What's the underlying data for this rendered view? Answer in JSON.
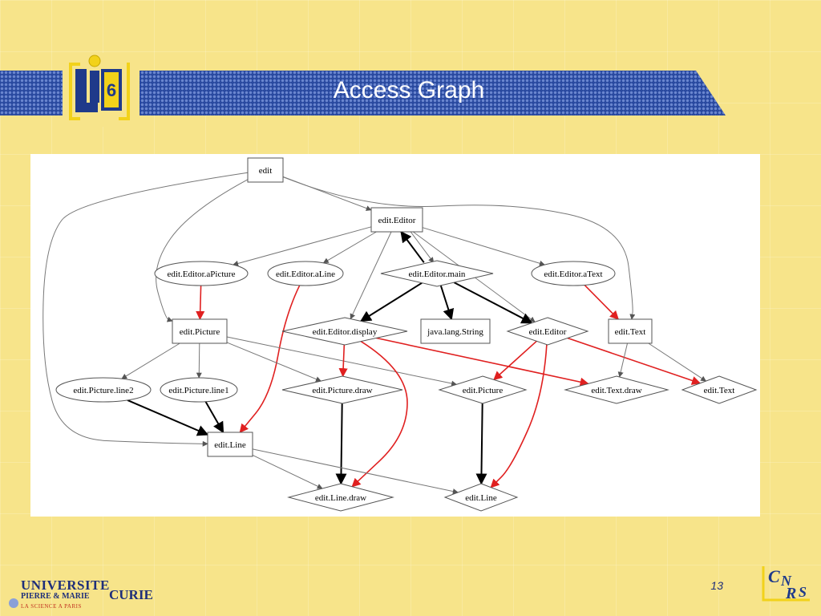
{
  "slide": {
    "title": "Access Graph",
    "page_number": "13"
  },
  "logos": {
    "lip6": "LIP6",
    "university_line1": "UNIVERSITE",
    "university_line2a": "PIERRE & MARIE",
    "university_line2b": "CURIE",
    "university_tag": "LA SCIENCE A PARIS",
    "cnrs": "CNRS"
  },
  "colors": {
    "banner": "#2a4aa0",
    "background": "#f7e48a",
    "edge_black": "#000000",
    "edge_gray": "#888888",
    "edge_red": "#e02020"
  },
  "diagram": {
    "nodes": [
      {
        "id": "n_edit",
        "label": "edit",
        "shape": "box"
      },
      {
        "id": "n_editor",
        "label": "edit.Editor",
        "shape": "box"
      },
      {
        "id": "n_apicture",
        "label": "edit.Editor.aPicture",
        "shape": "ellipse"
      },
      {
        "id": "n_aline",
        "label": "edit.Editor.aLine",
        "shape": "ellipse"
      },
      {
        "id": "n_main",
        "label": "edit.Editor.main",
        "shape": "diamond"
      },
      {
        "id": "n_atext",
        "label": "edit.Editor.aText",
        "shape": "ellipse"
      },
      {
        "id": "n_picture",
        "label": "edit.Picture",
        "shape": "box"
      },
      {
        "id": "n_display",
        "label": "edit.Editor.display",
        "shape": "diamond"
      },
      {
        "id": "n_string",
        "label": "java.lang.String",
        "shape": "box"
      },
      {
        "id": "n_editor2",
        "label": "edit.Editor",
        "shape": "diamond"
      },
      {
        "id": "n_text",
        "label": "edit.Text",
        "shape": "box"
      },
      {
        "id": "n_line2",
        "label": "edit.Picture.line2",
        "shape": "ellipse"
      },
      {
        "id": "n_line1",
        "label": "edit.Picture.line1",
        "shape": "ellipse"
      },
      {
        "id": "n_pdraw",
        "label": "edit.Picture.draw",
        "shape": "diamond"
      },
      {
        "id": "n_picture2",
        "label": "edit.Picture",
        "shape": "diamond"
      },
      {
        "id": "n_tdraw",
        "label": "edit.Text.draw",
        "shape": "diamond"
      },
      {
        "id": "n_text2",
        "label": "edit.Text",
        "shape": "diamond"
      },
      {
        "id": "n_line",
        "label": "edit.Line",
        "shape": "box"
      },
      {
        "id": "n_ldraw",
        "label": "edit.Line.draw",
        "shape": "diamond"
      },
      {
        "id": "n_line3",
        "label": "edit.Line",
        "shape": "diamond"
      }
    ],
    "edges": [
      {
        "from": "n_edit",
        "to": "n_editor",
        "style": "gray"
      },
      {
        "from": "n_edit",
        "to": "n_picture",
        "style": "gray"
      },
      {
        "from": "n_edit",
        "to": "n_line",
        "style": "gray"
      },
      {
        "from": "n_edit",
        "to": "n_text",
        "style": "gray"
      },
      {
        "from": "n_editor",
        "to": "n_apicture",
        "style": "gray"
      },
      {
        "from": "n_editor",
        "to": "n_aline",
        "style": "gray"
      },
      {
        "from": "n_editor",
        "to": "n_main",
        "style": "gray"
      },
      {
        "from": "n_main",
        "to": "n_editor",
        "style": "black"
      },
      {
        "from": "n_editor",
        "to": "n_atext",
        "style": "gray"
      },
      {
        "from": "n_editor",
        "to": "n_display",
        "style": "gray"
      },
      {
        "from": "n_editor",
        "to": "n_editor2",
        "style": "gray"
      },
      {
        "from": "n_apicture",
        "to": "n_picture",
        "style": "red"
      },
      {
        "from": "n_aline",
        "to": "n_line",
        "style": "red"
      },
      {
        "from": "n_main",
        "to": "n_display",
        "style": "black"
      },
      {
        "from": "n_main",
        "to": "n_string",
        "style": "black"
      },
      {
        "from": "n_main",
        "to": "n_editor2",
        "style": "black"
      },
      {
        "from": "n_atext",
        "to": "n_text",
        "style": "red"
      },
      {
        "from": "n_picture",
        "to": "n_line2",
        "style": "gray"
      },
      {
        "from": "n_picture",
        "to": "n_line1",
        "style": "gray"
      },
      {
        "from": "n_picture",
        "to": "n_pdraw",
        "style": "gray"
      },
      {
        "from": "n_picture",
        "to": "n_picture2",
        "style": "gray"
      },
      {
        "from": "n_display",
        "to": "n_pdraw",
        "style": "red"
      },
      {
        "from": "n_display",
        "to": "n_ldraw",
        "style": "red"
      },
      {
        "from": "n_display",
        "to": "n_tdraw",
        "style": "red"
      },
      {
        "from": "n_editor2",
        "to": "n_picture2",
        "style": "red"
      },
      {
        "from": "n_editor2",
        "to": "n_line3",
        "style": "red"
      },
      {
        "from": "n_editor2",
        "to": "n_text2",
        "style": "red"
      },
      {
        "from": "n_text",
        "to": "n_tdraw",
        "style": "gray"
      },
      {
        "from": "n_text",
        "to": "n_text2",
        "style": "gray"
      },
      {
        "from": "n_line2",
        "to": "n_line",
        "style": "black"
      },
      {
        "from": "n_line1",
        "to": "n_line",
        "style": "black"
      },
      {
        "from": "n_pdraw",
        "to": "n_ldraw",
        "style": "black"
      },
      {
        "from": "n_picture2",
        "to": "n_line3",
        "style": "black"
      },
      {
        "from": "n_line",
        "to": "n_ldraw",
        "style": "gray"
      },
      {
        "from": "n_line",
        "to": "n_line3",
        "style": "gray"
      }
    ]
  }
}
